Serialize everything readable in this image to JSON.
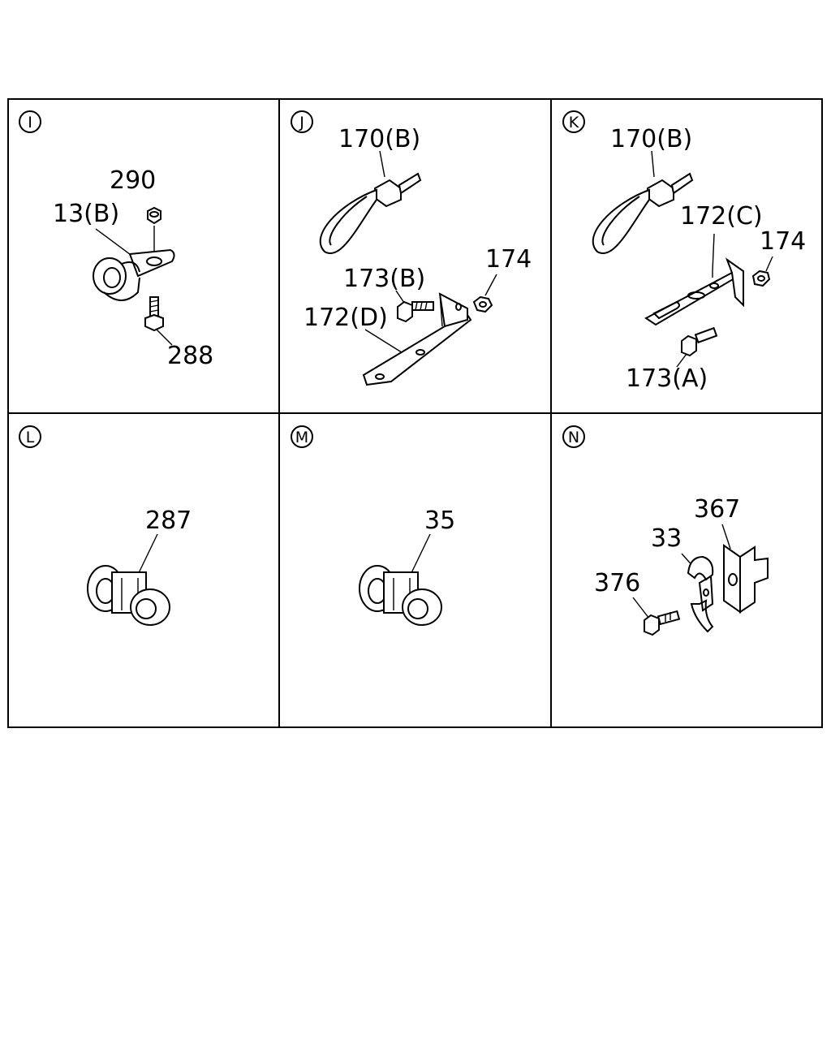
{
  "panels": [
    {
      "id": "I",
      "callouts": [
        "290",
        "13(B)",
        "288"
      ]
    },
    {
      "id": "J",
      "callouts": [
        "170(B)",
        "173(B)",
        "174",
        "172(D)"
      ]
    },
    {
      "id": "K",
      "callouts": [
        "170(B)",
        "172(C)",
        "174",
        "173(A)"
      ]
    },
    {
      "id": "L",
      "callouts": [
        "287"
      ]
    },
    {
      "id": "M",
      "callouts": [
        "35"
      ]
    },
    {
      "id": "N",
      "callouts": [
        "367",
        "33",
        "376"
      ]
    }
  ]
}
